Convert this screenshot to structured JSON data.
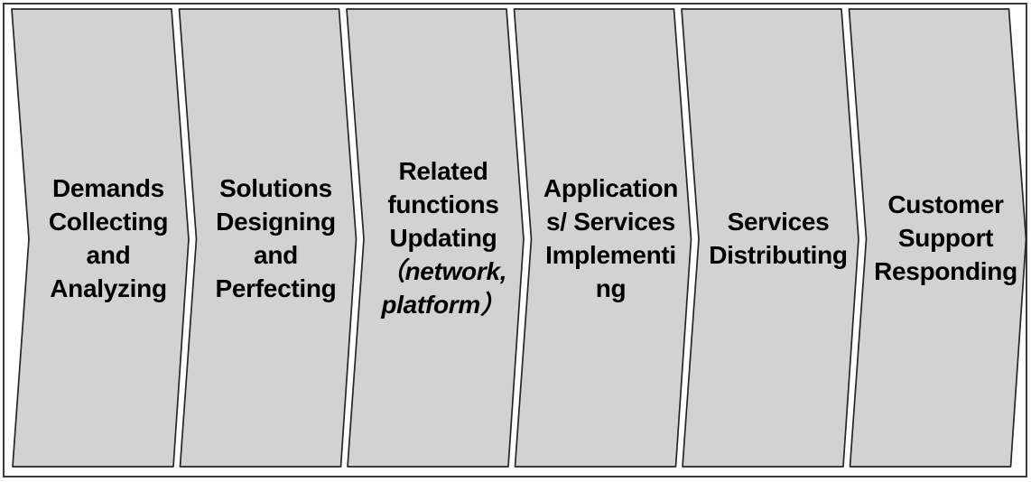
{
  "diagram": {
    "type": "process-flow-chevron-bands",
    "direction": "left-to-right",
    "colors": {
      "background": "#ffffff",
      "band_fill": "#d2d2d2",
      "band_border": "#262626",
      "frame_border": "#3b3b3b",
      "text": "#000000"
    },
    "stages": [
      {
        "id": "demands-collecting-and-analyzing",
        "label": "Demands Collecting and Analyzing",
        "lines": [
          {
            "text": "Demands"
          },
          {
            "text": "Collecting"
          },
          {
            "text": "and"
          },
          {
            "text": "Analyzing"
          }
        ]
      },
      {
        "id": "solutions-designing-and-perfecting",
        "label": "Solutions Designing and Perfecting",
        "lines": [
          {
            "text": "Solutions"
          },
          {
            "text": "Designing"
          },
          {
            "text": "and"
          },
          {
            "text": "Perfecting"
          }
        ]
      },
      {
        "id": "related-functions-updating",
        "label": "Related functions Updating （network, platform）",
        "lines": [
          {
            "text": "Related"
          },
          {
            "text": "functions"
          },
          {
            "text": "Updating"
          },
          {
            "text": "（network,",
            "italic": true
          },
          {
            "text": "platform）",
            "italic": true
          }
        ]
      },
      {
        "id": "applications-services-implementing",
        "label": "Applications/ Services Implementing",
        "lines": [
          {
            "text": "Application"
          },
          {
            "text": "s/ Services"
          },
          {
            "text": "Implementi"
          },
          {
            "text": "ng"
          }
        ]
      },
      {
        "id": "services-distributing",
        "label": "Services Distributing",
        "lines": [
          {
            "text": "Services"
          },
          {
            "text": "Distributing"
          }
        ]
      },
      {
        "id": "customer-support-responding",
        "label": "Customer Support Responding",
        "lines": [
          {
            "text": "Customer"
          },
          {
            "text": "Support"
          },
          {
            "text": "Responding"
          }
        ]
      }
    ]
  }
}
